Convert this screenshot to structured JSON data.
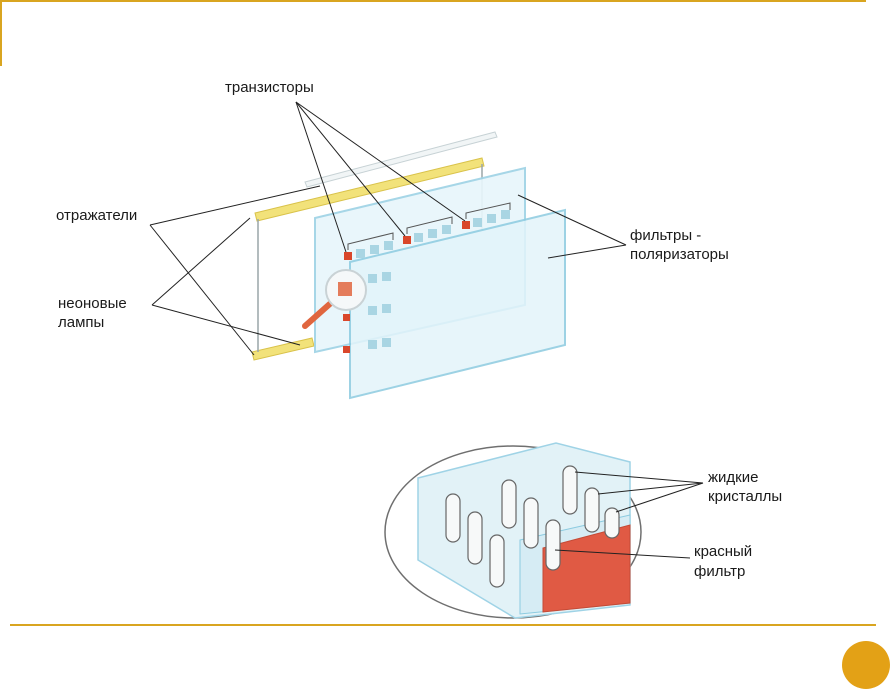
{
  "labels": {
    "transistors": "транзисторы",
    "reflectors": "отражатели",
    "neon_lamps": [
      "неоновые",
      "лампы"
    ],
    "polarizers": [
      "фильтры -",
      "поляризаторы"
    ],
    "liquid_crystals": [
      "жидкие",
      "кристаллы"
    ],
    "red_filter": [
      "красный",
      "фильтр"
    ]
  },
  "colors": {
    "accent": "#d9a520",
    "corner_dot": "#e3a116",
    "glass": "#e8f6fb",
    "glass_edge": "#9fd3e6",
    "lamp": "#f2e27a",
    "red_filter": "#e05a44",
    "transistor": "#d9472b"
  }
}
